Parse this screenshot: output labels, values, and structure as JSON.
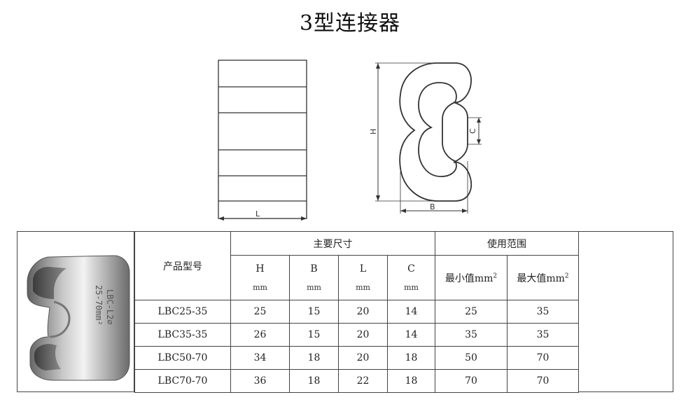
{
  "title": "3型连接器",
  "drawing": {
    "side_view": {
      "dimension_label": "L"
    },
    "front_view": {
      "height_label": "H",
      "width_label": "B",
      "gap_label": "C"
    }
  },
  "photo": {
    "description_icon": "c-type-connector-photo",
    "stamp_text": "LBC-L2∅\n25-70mm²"
  },
  "table": {
    "col_product": "产品型号",
    "group_size": "主要尺寸",
    "group_range": "使用范围",
    "dims": [
      {
        "label": "H",
        "unit": "mm"
      },
      {
        "label": "B",
        "unit": "mm"
      },
      {
        "label": "L",
        "unit": "mm"
      },
      {
        "label": "C",
        "unit": "mm"
      }
    ],
    "min_label": "最小值mm",
    "max_label": "最大值mm",
    "sup": "2",
    "rows": [
      {
        "model": "LBC25-35",
        "H": "25",
        "B": "15",
        "L": "20",
        "C": "14",
        "min": "25",
        "max": "35"
      },
      {
        "model": "LBC35-35",
        "H": "26",
        "B": "15",
        "L": "20",
        "C": "14",
        "min": "35",
        "max": "35"
      },
      {
        "model": "LBC50-70",
        "H": "34",
        "B": "18",
        "L": "20",
        "C": "18",
        "min": "50",
        "max": "70"
      },
      {
        "model": "LBC70-70",
        "H": "36",
        "B": "18",
        "L": "22",
        "C": "18",
        "min": "70",
        "max": "70"
      }
    ]
  }
}
